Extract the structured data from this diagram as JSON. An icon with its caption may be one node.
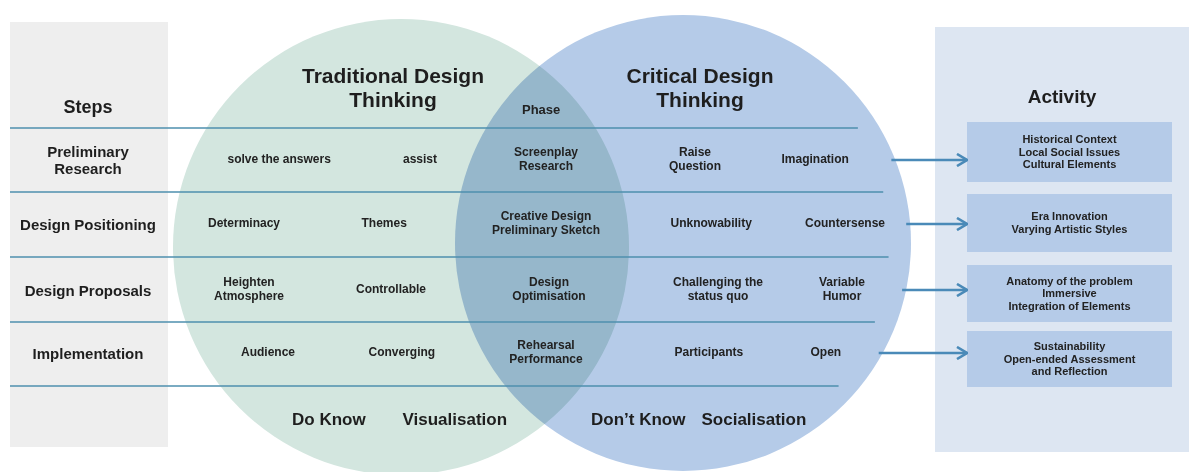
{
  "diagram": {
    "nodes": [
      {
        "text": [
          "Steps",
          "Preliminary Research",
          "Design Positioning",
          "Design Proposals",
          "Implementation"
        ]
      },
      {
        "text": [
          "Traditional Design Thinking",
          "Do Know",
          "Visualisation"
        ]
      },
      {
        "text": [
          "Critical Design Thinking",
          "Don’t Know",
          "Socialisation"
        ]
      },
      {
        "text": [
          "Activity"
        ]
      },
      {
        "text": [
          "Historical Context",
          "Local Social Issues",
          "Cultural Elements"
        ],
        "in": 3
      },
      {
        "text": [
          "Era Innovation",
          "Varying Artistic Styles"
        ],
        "in": 3
      },
      {
        "text": [
          "Anatomy of the problem",
          "Immersive",
          "Integration of Elements"
        ],
        "in": 3
      },
      {
        "text": [
          "Sustainability",
          "Open-ended Assessment and Reflection"
        ],
        "in": 3
      }
    ],
    "edges": [
      {
        "from": 2,
        "to": 4,
        "arrow": "to"
      },
      {
        "from": 2,
        "to": 5,
        "arrow": "to"
      },
      {
        "from": 2,
        "to": 6,
        "arrow": "to"
      },
      {
        "from": 2,
        "to": 7,
        "arrow": "to"
      }
    ],
    "labels": [
      "Phase",
      "solve the answers",
      "assist",
      "Screenplay Research",
      "Raise Question",
      "Imagination",
      "Determinacy",
      "Themes",
      "Creative Design Preliminary Sketch",
      "Unknowability",
      "Countersense",
      "Heighten Atmosphere",
      "Controllable",
      "Design Optimisation",
      "Challenging the status quo",
      "Variable Humor",
      "Audience",
      "Converging",
      "Rehearsal Performance",
      "Participants",
      "Open"
    ]
  }
}
